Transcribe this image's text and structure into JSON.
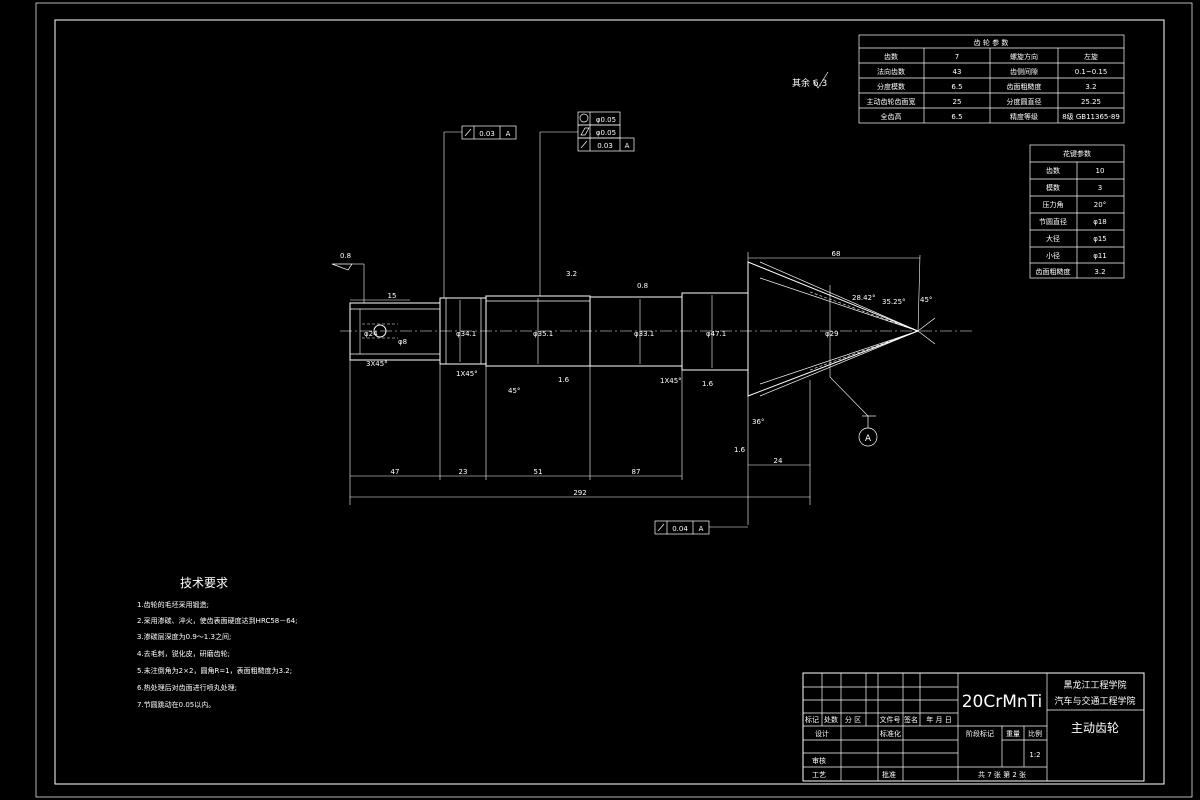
{
  "drawing": {
    "roughness_rest": "其余 6.3",
    "datum_label": "A",
    "gear_params": {
      "title": "齿 轮 参 数",
      "rows": [
        [
          "齿数",
          "7",
          "螺旋方向",
          "左旋"
        ],
        [
          "法向齿数",
          "43",
          "齿侧间隙",
          "0.1~0.15"
        ],
        [
          "分度模数",
          "6.5",
          "齿面粗糙度",
          "3.2"
        ],
        [
          "主动齿轮齿面宽",
          "25",
          "分度圆直径",
          "25.25"
        ],
        [
          "全齿高",
          "6.5",
          "精度等级",
          "8级 GB11365-89"
        ]
      ]
    },
    "spline_params": {
      "title": "花键参数",
      "rows": [
        [
          "齿数",
          "10"
        ],
        [
          "模数",
          "3"
        ],
        [
          "压力角",
          "20°"
        ],
        [
          "节圆直径",
          "φ18"
        ],
        [
          "大径",
          "φ15"
        ],
        [
          "小径",
          "φ11"
        ],
        [
          "齿面粗糙度",
          "3.2"
        ]
      ]
    },
    "tolerance_frames": {
      "f1": {
        "value": "0.03",
        "datum": "A"
      },
      "f2a": {
        "value": "φ0.05"
      },
      "f2b": {
        "value": "φ0.05"
      },
      "f2c": {
        "value": "0.03",
        "datum": "A"
      },
      "f3": {
        "value": "0.04",
        "datum": "A"
      }
    },
    "dimensions": {
      "d15": "15",
      "chamfer_left": "3X45°",
      "chamfer_mid": "1X45°",
      "chamfer_right": "1X45°",
      "d68": "68",
      "d24": "24",
      "total": "292",
      "seg1": "47",
      "seg2": "23",
      "seg3": "51",
      "seg4": "87",
      "ang1": "45°",
      "ang2": "36°",
      "ang3": "45°",
      "ang4": "28.42°",
      "ang5": "35.25°",
      "dia1": "φ24",
      "dia2": "φ34.1",
      "dia3": "φ35.1",
      "dia4": "φ33.1",
      "dia5": "φ47.1",
      "dia6": "φ29",
      "thread": "φ8",
      "r1": "0.8",
      "r2": "0.8",
      "r3": "3.2",
      "r4": "1.6",
      "r5": "1.6",
      "r6": "1.6"
    }
  },
  "tech_req": {
    "title": "技术要求",
    "items": [
      "1.齿轮的毛坯采用锻造;",
      "2.采用渗碳、淬火，使齿表面硬度达到HRC58－64;",
      "3.渗碳层深度为0.9～1.3之间;",
      "4.去毛刺，锐化皮，研磨齿轮;",
      "5.未注倒角为2×2，圆角R=1，表面粗糙度为3.2;",
      "6.热处理后对齿面进行喷丸处理;",
      "7.节圆跳动在0.05以内。"
    ]
  },
  "title_block": {
    "material": "20CrMnTi",
    "school1": "黑龙江工程学院",
    "school2": "汽车与交通工程学院",
    "part_name": "主动齿轮",
    "header_row": [
      "标记",
      "处数",
      "分 区",
      "文件号",
      "签名",
      "年 月 日"
    ],
    "design": "设计",
    "standard": "标准化",
    "review": "审核",
    "process": "工艺",
    "approve": "批准",
    "stage": "阶段标记",
    "weight": "重量",
    "scale_label": "比例",
    "scale": "1:2",
    "sheets": "共 7 张    第 2 张"
  }
}
